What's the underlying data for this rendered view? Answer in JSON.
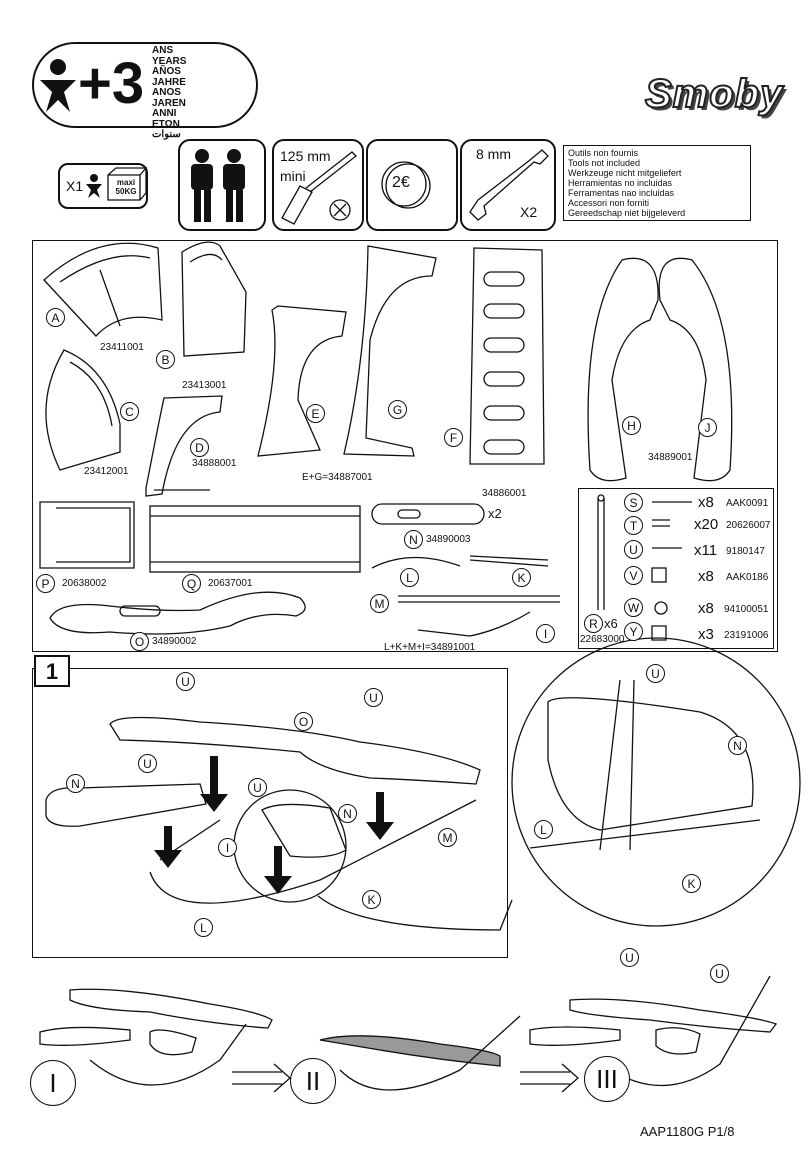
{
  "age": {
    "plus": "+3",
    "words": [
      "ANS",
      "YEARS",
      "AÑOS",
      "JAHRE",
      "ANOS",
      "JAREN",
      "ANNI",
      "ΕΤΩΝ",
      "سنوات"
    ]
  },
  "brand": "Smoby",
  "capacity": {
    "count": "X1",
    "maxi": "maxi",
    "weight": "50KG"
  },
  "tools": {
    "screwdriver": [
      "125 mm",
      "mini"
    ],
    "coin": "2€",
    "wrench": {
      "size": "8 mm",
      "qty": "X2"
    },
    "not_included": [
      "Outils non fournis",
      "Tools not included",
      "Werkzeuge nicht mitgeliefert",
      "Herramientas no incluidas",
      "Ferramentas nao incluidas",
      "Accessori non forniti",
      "Gereedschap niet bijgeleverd"
    ]
  },
  "parts": [
    {
      "letter": "A",
      "code": "23411001"
    },
    {
      "letter": "B",
      "code": "23413001"
    },
    {
      "letter": "C",
      "code": "23412001"
    },
    {
      "letter": "D",
      "code": "34888001"
    },
    {
      "letter": "E",
      "code": ""
    },
    {
      "letter": "G",
      "code": ""
    },
    {
      "letter": "F",
      "code": "34886001"
    },
    {
      "letter": "H",
      "code": ""
    },
    {
      "letter": "J",
      "code": "34889001"
    },
    {
      "letter": "N",
      "code": "34890003"
    },
    {
      "letter": "P",
      "code": "20638002"
    },
    {
      "letter": "Q",
      "code": "20637001"
    },
    {
      "letter": "O",
      "code": "34890002"
    },
    {
      "letter": "L",
      "code": ""
    },
    {
      "letter": "K",
      "code": ""
    },
    {
      "letter": "M",
      "code": ""
    },
    {
      "letter": "I",
      "code": ""
    }
  ],
  "combos": {
    "eg": "E+G=34887001",
    "lkmi": "L+K+M+I=34891001",
    "n_qty": "x2"
  },
  "hardware": [
    {
      "letter": "S",
      "qty": "x8",
      "code": "AAK0091"
    },
    {
      "letter": "T",
      "qty": "x20",
      "code": "20626007"
    },
    {
      "letter": "U",
      "qty": "x11",
      "code": "9180147"
    },
    {
      "letter": "V",
      "qty": "x8",
      "code": "AAK0186"
    },
    {
      "letter": "W",
      "qty": "x8",
      "code": "94100051"
    },
    {
      "letter": "Y",
      "qty": "x3",
      "code": "23191006"
    }
  ],
  "rod": {
    "letter": "R",
    "qty": "x6",
    "code": "22683000"
  },
  "step": {
    "number": "1",
    "labels": [
      "U",
      "U",
      "O",
      "U",
      "U",
      "N",
      "N",
      "I",
      "M",
      "K",
      "L"
    ],
    "zoom_labels": [
      "U",
      "N",
      "L",
      "K"
    ]
  },
  "stages": {
    "one": "I",
    "two": "II",
    "three": "III",
    "u1": "U",
    "u2": "U"
  },
  "footer": "AAP1180G   P1/8"
}
